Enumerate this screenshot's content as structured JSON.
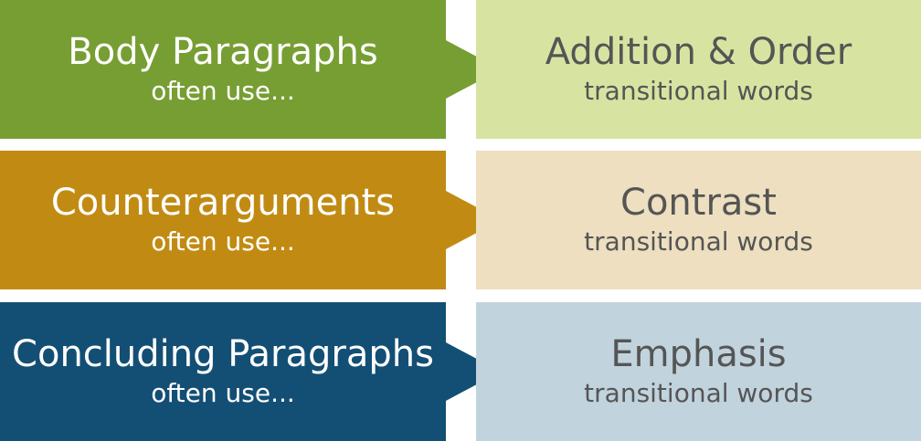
{
  "rows": [
    {
      "left": {
        "title": "Body Paragraphs",
        "subtitle": "often use..."
      },
      "right": {
        "title": "Addition & Order",
        "subtitle": "transitional words"
      },
      "colors": {
        "left_bg": "#779e33",
        "right_bg": "#d7e4a1",
        "arrow": "#779e33"
      }
    },
    {
      "left": {
        "title": "Counterarguments",
        "subtitle": "often use..."
      },
      "right": {
        "title": "Contrast",
        "subtitle": "transitional words"
      },
      "colors": {
        "left_bg": "#c18b13",
        "right_bg": "#eddfbf",
        "arrow": "#c18b13"
      }
    },
    {
      "left": {
        "title": "Concluding Paragraphs",
        "subtitle": "often use..."
      },
      "right": {
        "title": "Emphasis",
        "subtitle": "transitional words"
      },
      "colors": {
        "left_bg": "#134f74",
        "right_bg": "#c1d3dd",
        "arrow": "#134f74"
      }
    }
  ]
}
